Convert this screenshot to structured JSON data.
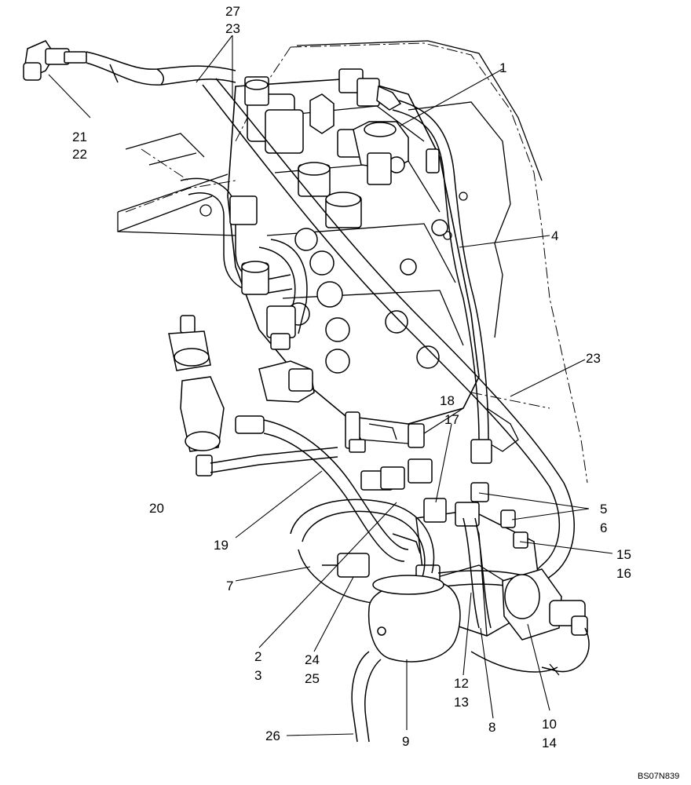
{
  "diagram": {
    "drawing_code": "BS07N839",
    "callouts": [
      {
        "id": "c27",
        "text": "27"
      },
      {
        "id": "c23a",
        "text": "23"
      },
      {
        "id": "c21",
        "text": "21"
      },
      {
        "id": "c22",
        "text": "22"
      },
      {
        "id": "c1",
        "text": "1"
      },
      {
        "id": "c4",
        "text": "4"
      },
      {
        "id": "c23b",
        "text": "23"
      },
      {
        "id": "c18",
        "text": "18"
      },
      {
        "id": "c17",
        "text": "17"
      },
      {
        "id": "c20",
        "text": "20"
      },
      {
        "id": "c5",
        "text": "5"
      },
      {
        "id": "c6",
        "text": "6"
      },
      {
        "id": "c15",
        "text": "15"
      },
      {
        "id": "c16",
        "text": "16"
      },
      {
        "id": "c19",
        "text": "19"
      },
      {
        "id": "c7",
        "text": "7"
      },
      {
        "id": "c2",
        "text": "2"
      },
      {
        "id": "c3",
        "text": "3"
      },
      {
        "id": "c24",
        "text": "24"
      },
      {
        "id": "c25",
        "text": "25"
      },
      {
        "id": "c12",
        "text": "12"
      },
      {
        "id": "c13",
        "text": "13"
      },
      {
        "id": "c8",
        "text": "8"
      },
      {
        "id": "c10",
        "text": "10"
      },
      {
        "id": "c14",
        "text": "14"
      },
      {
        "id": "c9",
        "text": "9"
      },
      {
        "id": "c26",
        "text": "26"
      }
    ]
  }
}
